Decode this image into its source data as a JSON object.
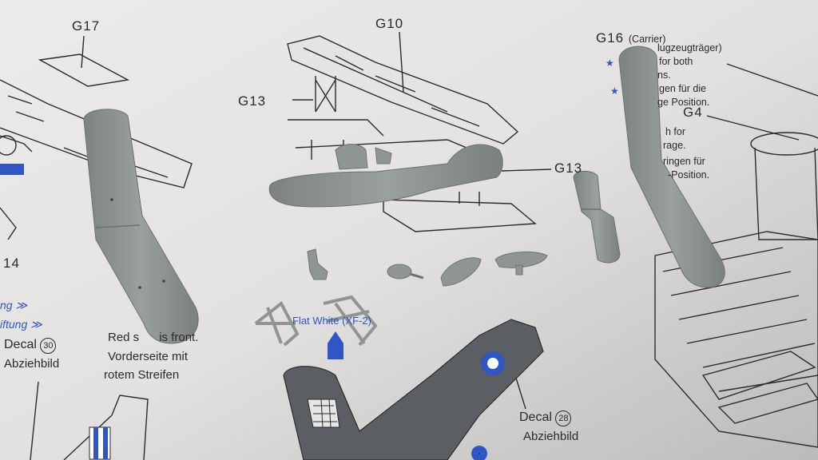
{
  "labels": {
    "g17": "G17",
    "g10": "G10",
    "g13_left": "G13",
    "g13_right": "G13",
    "g16": "G16",
    "g16_sub": "(Carrier)",
    "g4": "G4",
    "num_14": "14",
    "right_lines": [
      "lugzeugträger)",
      "for both",
      "ns.",
      "gen für die",
      "ge Position.",
      "h for",
      "rage.",
      "ringen für",
      "-Position."
    ],
    "left_blue_lines": [
      "ng ≫",
      "iftung ≫"
    ],
    "decal_left": "Decal",
    "decal_left_num": "30",
    "abziehbild_left": "Abziehbild",
    "red_stripe": "Red s      is front.",
    "vorderseite": "Vorderseite mit",
    "rotem": "rotem Streifen",
    "flat_white": "Flat White (XF-2)",
    "decal_right": "Decal",
    "decal_right_num": "28",
    "abziehbild_right": "Abziehbild"
  },
  "colors": {
    "paper": "#e9e7e5",
    "ink": "#2b2b2b",
    "accent_blue": "#2f56c4",
    "plastic_grey": "#8f9692",
    "decal_dark": "#5b5f64"
  }
}
